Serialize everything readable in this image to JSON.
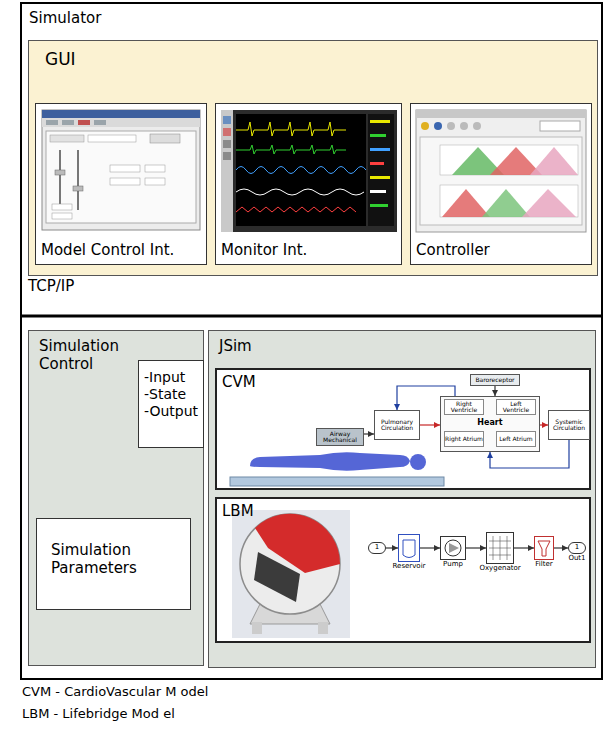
{
  "diagram": {
    "nodes": [
      {
        "text": [
          "Simulator"
        ]
      },
      {
        "text": [
          "GUI"
        ],
        "in": 0
      },
      {
        "text": [
          "Model Control Int."
        ],
        "in": 1
      },
      {
        "text": [
          "Monitor Int."
        ],
        "in": 1
      },
      {
        "text": [
          "Controller"
        ],
        "in": 1
      },
      {
        "text": [
          "Simulation Control"
        ],
        "in": 0
      },
      {
        "text": [
          "-Input",
          "-State",
          "-Output"
        ],
        "in": 5
      },
      {
        "text": [
          "Simulation Parameters"
        ],
        "in": 5
      },
      {
        "text": [
          "JSim"
        ],
        "in": 0
      },
      {
        "text": [
          "CVM"
        ],
        "in": 8
      },
      {
        "text": [
          "Baroreceptor"
        ],
        "in": 9
      },
      {
        "text": [
          "Airway Mechanical"
        ],
        "in": 9
      },
      {
        "text": [
          "Pulmonary Circulation"
        ],
        "in": 9
      },
      {
        "text": [
          "Heart"
        ],
        "in": 9
      },
      {
        "text": [
          "Right Ventricle"
        ],
        "in": 13
      },
      {
        "text": [
          "Left Ventricle"
        ],
        "in": 13
      },
      {
        "text": [
          "Right Atrium"
        ],
        "in": 13
      },
      {
        "text": [
          "Left Atrium"
        ],
        "in": 13
      },
      {
        "text": [
          "Systemic Circulation"
        ],
        "in": 9
      },
      {
        "text": [
          "LBM"
        ],
        "in": 8
      },
      {
        "text": [
          "1"
        ],
        "in": 19
      },
      {
        "text": [
          "Reservoir"
        ],
        "in": 19
      },
      {
        "text": [
          "Pump"
        ],
        "in": 19
      },
      {
        "text": [
          "Oxygenator"
        ],
        "in": 19
      },
      {
        "text": [
          "Filter"
        ],
        "in": 19
      },
      {
        "text": [
          "1",
          "Out1"
        ],
        "in": 19
      }
    ],
    "edges": [
      {
        "from": 11,
        "to": 12,
        "arrow": "to"
      },
      {
        "from": 12,
        "to": 13,
        "arrow": "to"
      },
      {
        "from": 13,
        "to": 18,
        "arrow": "to"
      },
      {
        "from": 18,
        "to": 13,
        "arrow": "to"
      },
      {
        "from": 13,
        "to": 12,
        "arrow": "to"
      },
      {
        "from": 10,
        "to": 13,
        "arrow": "to"
      },
      {
        "from": 20,
        "to": 21,
        "arrow": "to"
      },
      {
        "from": 21,
        "to": 22,
        "arrow": "to"
      },
      {
        "from": 22,
        "to": 23,
        "arrow": "to"
      },
      {
        "from": 23,
        "to": 24,
        "arrow": "to"
      },
      {
        "from": 24,
        "to": 25,
        "arrow": "to"
      }
    ],
    "labels": [
      "TCP/IP",
      "CVM - CardioVascular M odel",
      "LBM - Lifebridge Mod el"
    ]
  }
}
